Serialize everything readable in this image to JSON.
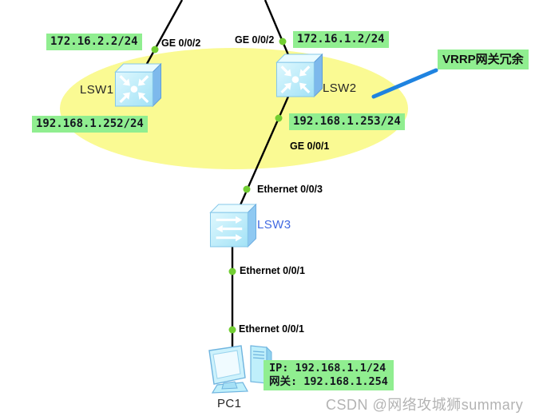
{
  "devices": {
    "lsw1": {
      "name": "LSW1",
      "type": "multilayer-switch"
    },
    "lsw2": {
      "name": "LSW2",
      "type": "multilayer-switch"
    },
    "lsw3": {
      "name": "LSW3",
      "type": "access-switch"
    },
    "pc1": {
      "name": "PC1",
      "type": "pc"
    }
  },
  "ip_labels": {
    "lsw1_uplink": "172.16.2.2/24",
    "lsw2_uplink": "172.16.1.2/24",
    "lsw1_vlanif": "192.168.1.252/24",
    "lsw2_vlanif": "192.168.1.253/24"
  },
  "port_labels": {
    "lsw1_ge002": "GE 0/0/2",
    "lsw2_ge002": "GE 0/0/2",
    "lsw2_ge001": "GE 0/0/1",
    "lsw3_eth003": "Ethernet 0/0/3",
    "lsw3_eth001": "Ethernet 0/0/1",
    "pc1_eth001": "Ethernet 0/0/1"
  },
  "annotations": {
    "vrrp": "VRRP网关冗余",
    "pc1_ip": "IP: 192.168.1.1/24",
    "pc1_gateway": "网关: 192.168.1.254"
  },
  "watermark": "CSDN @网络攻城狮summary",
  "icons": {
    "lsw1": "multilayer-switch-icon",
    "lsw2": "multilayer-switch-icon",
    "lsw3": "access-switch-icon",
    "pc1": "pc-icon"
  },
  "colors": {
    "label_bg": "#90EE90",
    "domain_ellipse": "#FAFA93",
    "link": "#000000",
    "endpoint_dot": "#72CE33",
    "callout_line": "#1F83E0",
    "lsw3_name": "#4169E1",
    "watermark": "#B3B3B3"
  }
}
